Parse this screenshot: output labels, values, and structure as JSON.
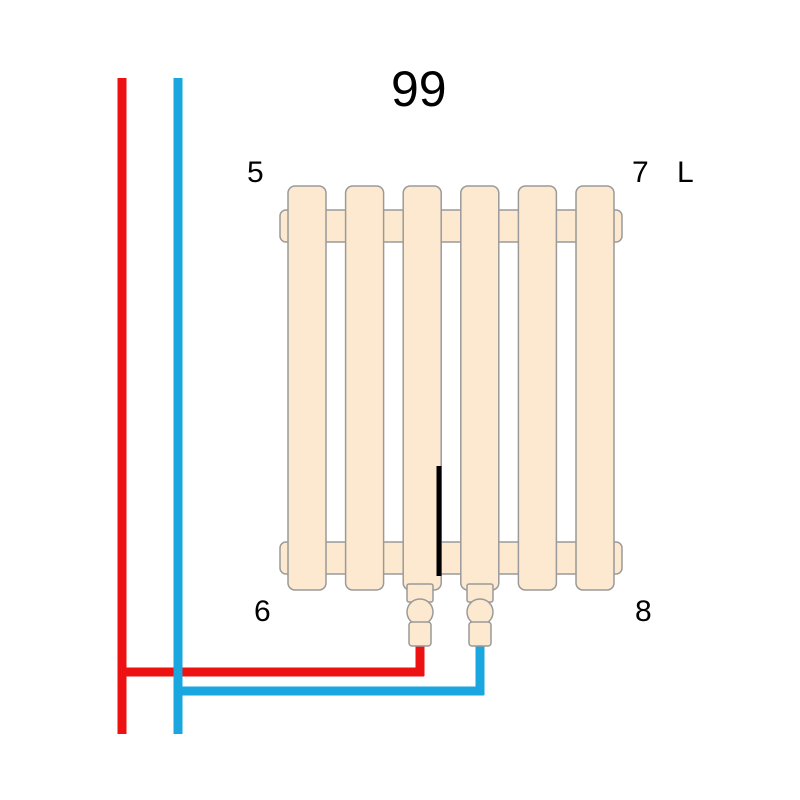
{
  "diagram": {
    "model_number": "99",
    "corner_labels": {
      "top_left": "5",
      "top_right": "7",
      "bottom_left": "6",
      "bottom_right": "8"
    },
    "side_label": "L",
    "section_count": 6,
    "colors": {
      "supply_pipe": "#ee1111",
      "return_pipe": "#1aa7e0",
      "radiator_fill": "#fde9cf",
      "radiator_stroke": "#9a9a9a",
      "valve_rod": "#000000"
    }
  }
}
